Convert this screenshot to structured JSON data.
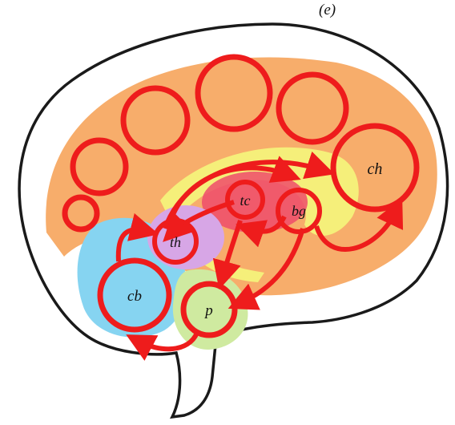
{
  "panel": {
    "label": "(e)"
  },
  "regions": {
    "ch": "ch",
    "bg": "bg",
    "tc": "tc",
    "th": "th",
    "cb": "cb",
    "p": "p"
  },
  "colors": {
    "outline": "#1a1a1a",
    "cortex_fill": "#f7ad6b",
    "loop_red": "#ee1c1c",
    "highlight_yellow": "#f5ef7a",
    "thalamic_pink": "#ef4b6b",
    "cerebellum_blue": "#86d4f1",
    "pons_green": "#cfeaa0",
    "thalamus_violet": "#d7a6e6",
    "page_bg": "#ffffff"
  }
}
